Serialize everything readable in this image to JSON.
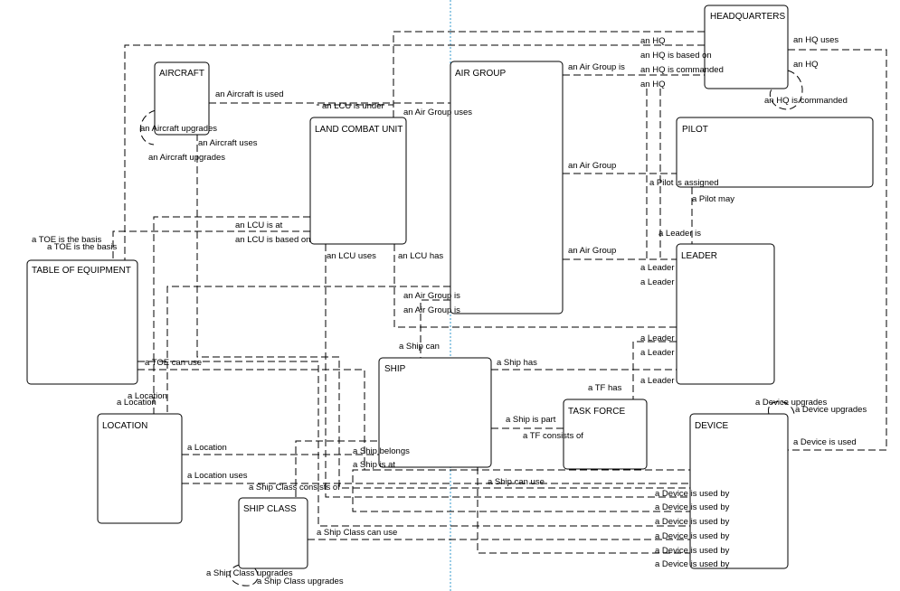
{
  "entities": {
    "headquarters": "HEADQUARTERS",
    "aircraft": "AIRCRAFT",
    "air_group": "AIR GROUP",
    "land_combat_unit": "LAND COMBAT UNIT",
    "pilot": "PILOT",
    "table_of_equipment": "TABLE OF EQUIPMENT",
    "leader": "LEADER",
    "ship": "SHIP",
    "task_force": "TASK FORCE",
    "location": "LOCATION",
    "device": "DEVICE",
    "ship_class": "SHIP CLASS"
  },
  "labels": {
    "an_hq_1": "an HQ",
    "an_hq_is_based_on": "an HQ is based on",
    "an_hq_is_commanded_1": "an HQ is commanded",
    "an_hq_2": "an HQ",
    "an_hq_uses": "an HQ uses",
    "an_hq_3": "an HQ",
    "an_hq_is_commanded_2": "an HQ is commanded",
    "an_air_group_is_1": "an Air Group is",
    "an_aircraft_is_used": "an Aircraft is used",
    "an_lcu_is_under": "an LCU is under",
    "an_air_group_uses": "an Air Group uses",
    "an_aircraft_upgrades_1": "an Aircraft upgrades",
    "an_aircraft_uses": "an Aircraft uses",
    "an_aircraft_upgrades_2": "an Aircraft upgrades",
    "an_air_group_1": "an Air Group",
    "a_pilot_is_assigned": "a Pilot is assigned",
    "a_pilot_may": "a Pilot may",
    "an_lcu_is_at": "an LCU is at",
    "an_lcu_is_based_on": "an LCU is based on",
    "a_toe_is_the_basis_1": "a TOE is the basis",
    "a_toe_is_the_basis_2": "a TOE is the basis",
    "a_leader_is": "a Leader is",
    "an_air_group_2": "an Air Group",
    "an_lcu_uses": "an LCU uses",
    "an_lcu_has": "an LCU has",
    "a_leader_1": "a Leader",
    "a_leader_2": "a Leader",
    "an_air_group_is_2": "an Air Group is",
    "an_air_group_is_3": "an Air Group is",
    "a_ship_can": "a Ship can",
    "a_leader_3": "a Leader",
    "a_leader_4": "a Leader",
    "a_toe_can_use": "a TOE can use",
    "a_ship_has": "a Ship has",
    "a_leader_5": "a Leader",
    "a_location_1": "a Location",
    "a_location_2": "a Location",
    "a_tf_has": "a TF has",
    "a_device_upgrades_1": "a Device upgrades",
    "a_device_upgrades_2": "a Device upgrades",
    "a_ship_is_part": "a Ship is part",
    "a_tf_consists_of": "a TF consists of",
    "a_location_3": "a Location",
    "a_ship_belongs": "a Ship belongs",
    "a_device_is_used": "a Device is used",
    "a_ship_is_at": "a Ship is at",
    "a_location_uses": "a Location uses",
    "a_ship_can_use": "a Ship can use",
    "a_ship_class_consists_of": "a Ship Class consists of",
    "a_device_is_used_by_1": "a Device is used by",
    "a_device_is_used_by_2": "a Device is used by",
    "a_device_is_used_by_3": "a Device is used by",
    "a_ship_class_can_use": "a Ship Class can use",
    "a_device_is_used_by_4": "a Device is used by",
    "a_device_is_used_by_5": "a Device is used by",
    "a_device_is_used_by_6": "a Device is used by",
    "a_ship_class_upgrades_1": "a Ship Class upgrades",
    "a_ship_class_upgrades_2": "a Ship Class upgrades"
  }
}
